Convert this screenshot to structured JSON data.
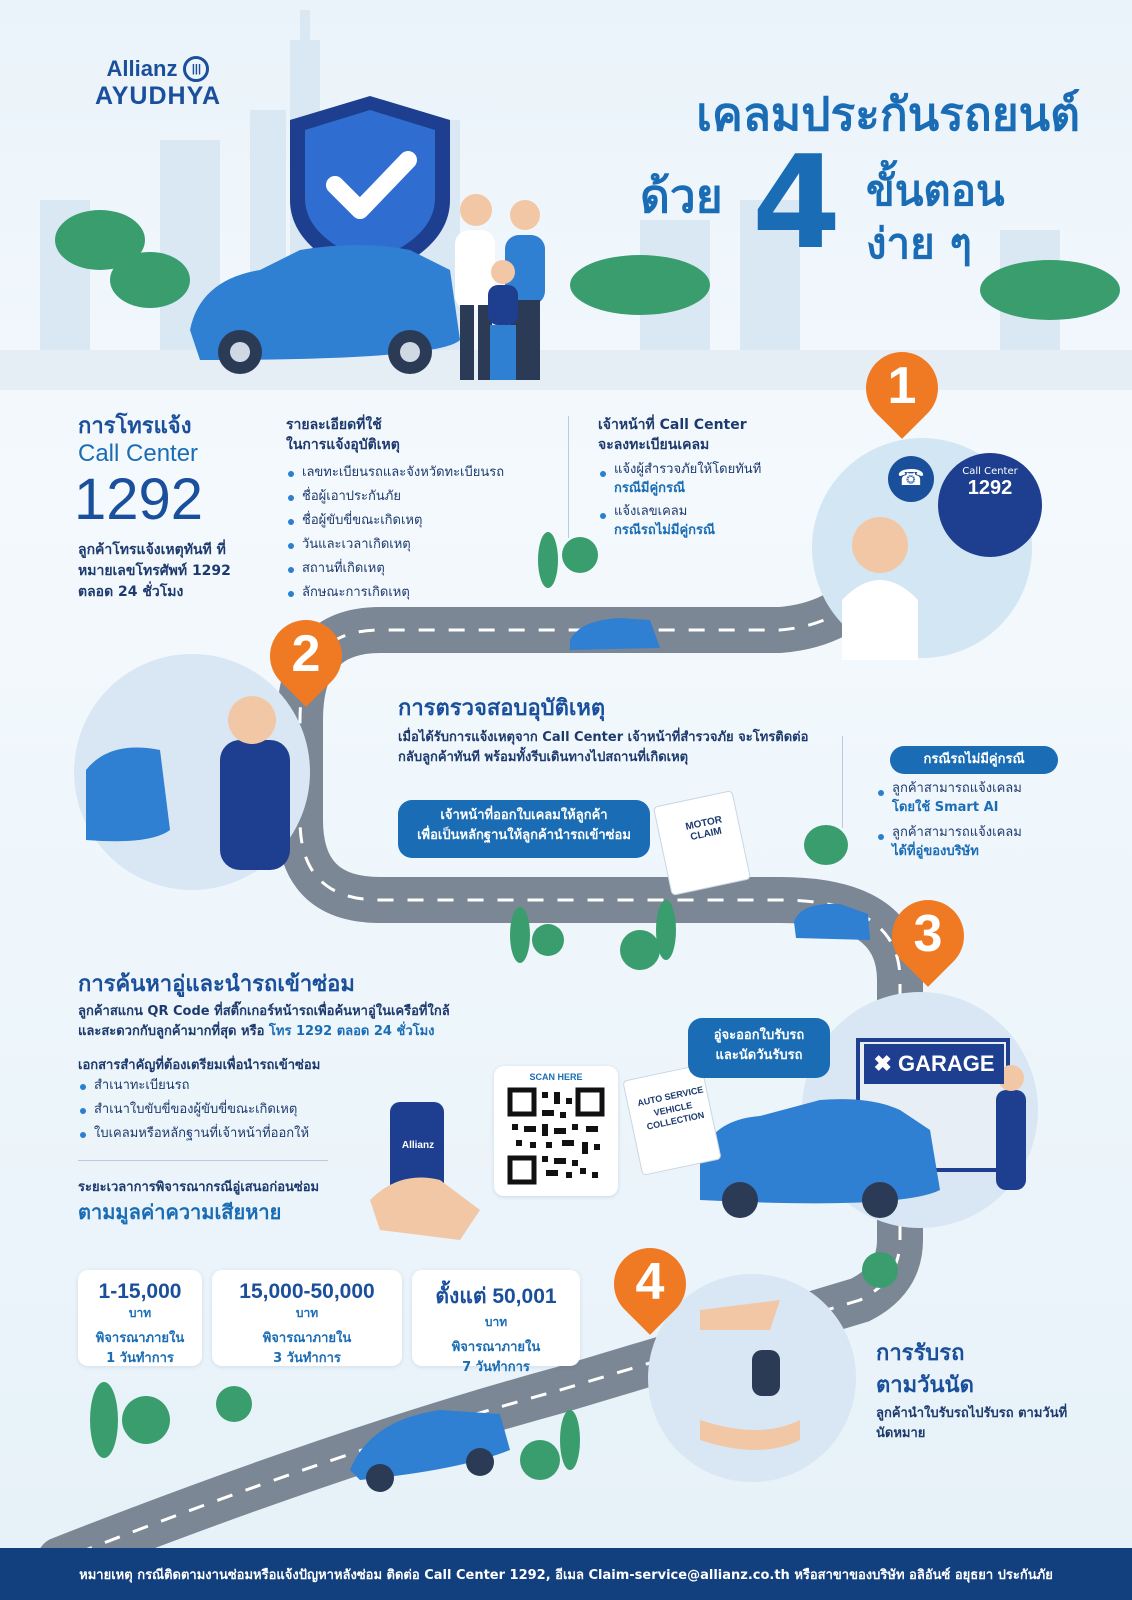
{
  "brand": {
    "line1": "Allianz",
    "line2": "AYUDHYA"
  },
  "title": {
    "line1": "เคลมประกันรถยนต์",
    "prefix": "ด้วย",
    "number": "4",
    "line3a": "ขั้นตอน",
    "line3b": "ง่าย ๆ"
  },
  "steps": [
    "1",
    "2",
    "3",
    "4"
  ],
  "step1": {
    "heading": "การโทรแจ้ง",
    "call_center_label": "Call Center",
    "number": "1292",
    "desc": "ลูกค้าโทรแจ้งเหตุทันที ที่หมายเลขโทรศัพท์ 1292 ตลอด 24 ชั่วโมง",
    "details_title_1": "รายละเอียดที่ใช้",
    "details_title_2": "ในการแจ้งอุบัติเหตุ",
    "details": [
      "เลขทะเบียนรถและจังหวัดทะเบียนรถ",
      "ชื่อผู้เอาประกันภัย",
      "ชื่อผู้ขับขี่ขณะเกิดเหตุ",
      "วันและเวลาเกิดเหตุ",
      "สถานที่เกิดเหตุ",
      "ลักษณะการเกิดเหตุ"
    ],
    "staff_title_1": "เจ้าหน้าที่ Call Center",
    "staff_title_2": "จะลงทะเบียนเคลม",
    "staff_items": [
      {
        "text": "แจ้งผู้สำรวจภัยให้โดยทันที",
        "hl": "กรณีมีคู่กรณี"
      },
      {
        "text": "แจ้งเลขเคลม",
        "hl": "กรณีรถไม่มีคู่กรณี"
      }
    ],
    "bubble_label": "Call Center",
    "bubble_number": "1292"
  },
  "step2": {
    "heading": "การตรวจสอบอุบัติเหตุ",
    "desc": "เมื่อได้รับการแจ้งเหตุจาก Call Center เจ้าหน้าที่สำรวจภัย จะโทรติดต่อกลับลูกค้าทันที พร้อมทั้งรีบเดินทางไปสถานที่เกิดเหตุ",
    "bubble_1": "เจ้าหน้าที่ออกใบเคลมให้ลูกค้า",
    "bubble_2": "เพื่อเป็นหลักฐานให้ลูกค้านำรถเข้าซ่อม",
    "doc_label": "MOTOR CLAIM",
    "no_party_title": "กรณีรถไม่มีคู่กรณี",
    "no_party_items": [
      {
        "text": "ลูกค้าสามารถแจ้งเคลม",
        "hl": "โดยใช้ Smart AI"
      },
      {
        "text": "ลูกค้าสามารถแจ้งเคลม",
        "hl": "ได้ที่อู่ของบริษัท"
      }
    ]
  },
  "step3": {
    "heading": "การค้นหาอู่และนำรถเข้าซ่อม",
    "desc_1": "ลูกค้าสแกน QR Code ที่สติ๊กเกอร์หน้ารถเพื่อค้นหาอู่ในเครือที่ใกล้",
    "desc_2": "และสะดวกกับลูกค้ามากที่สุด หรือ",
    "desc_hl": "โทร 1292 ตลอด 24 ชั่วโมง",
    "docs_title": "เอกสารสำคัญที่ต้องเตรียมเพื่อนำรถเข้าซ่อม",
    "docs": [
      "สำเนาทะเบียนรถ",
      "สำเนาใบขับขี่ของผู้ขับขี่ขณะเกิดเหตุ",
      "ใบเคลมหรือหลักฐานที่เจ้าหน้าที่ออกให้"
    ],
    "scan_label": "SCAN HERE",
    "phone_label": "Allianz",
    "garage_bubble_1": "อู่จะออกใบรับรถ",
    "garage_bubble_2": "และนัดวันรับรถ",
    "garage_sign": "GARAGE",
    "paper_1": "AUTO SERVICE",
    "paper_2": "VEHICLE COLLECTION",
    "period_title": "ระยะเวลาการพิจารณากรณีอู่เสนอก่อนซ่อม",
    "period_hl": "ตามมูลค่าความเสียหาย",
    "cards": [
      {
        "range": "1-15,000",
        "unit": "บาท",
        "line1": "พิจารณาภายใน",
        "line2": "1 วันทำการ"
      },
      {
        "range": "15,000-50,000",
        "unit": "บาท",
        "line1": "พิจารณาภายใน",
        "line2": "3 วันทำการ"
      },
      {
        "range": "ตั้งแต่ 50,001",
        "unit": "บาท",
        "line1": "พิจารณาภายใน",
        "line2": "7 วันทำการ"
      }
    ]
  },
  "step4": {
    "heading_1": "การรับรถ",
    "heading_2": "ตามวันนัด",
    "desc": "ลูกค้านำใบรับรถไปรับรถ ตามวันที่นัดหมาย"
  },
  "footer": "หมายเหตุ กรณีติดตามงานซ่อมหรือแจ้งปัญหาหลังซ่อม ติดต่อ Call Center 1292, อีเมล Claim-service@allianz.co.th หรือสาขาของบริษัท อลิอันซ์ อยุธยา ประกันภัย",
  "colors": {
    "primary": "#1a6db5",
    "navy": "#123f7d",
    "accent": "#f07a23",
    "car": "#2f7fd3"
  }
}
